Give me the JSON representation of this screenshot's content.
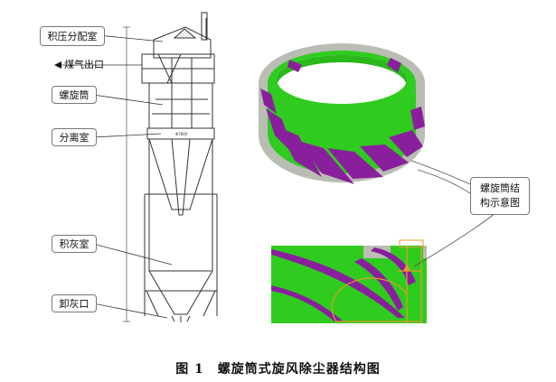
{
  "labels": {
    "pressure_chamber": "积压分配室",
    "gas_outlet": "煤气出口",
    "spiral_tube": "螺旋筒",
    "separation_chamber": "分离室",
    "ash_chamber": "积灰室",
    "ash_outlet": "卸灰口",
    "spiral_structure_line1": "螺旋筒结",
    "spiral_structure_line2": "构示意图"
  },
  "caption": "图 1　螺旋筒式旋风除尘器结构图",
  "colors": {
    "green": "#2fcc1f",
    "purple": "#8a1f9e",
    "gray": "#b9bdb4",
    "orange": "#e79a2b",
    "line": "#333333"
  }
}
